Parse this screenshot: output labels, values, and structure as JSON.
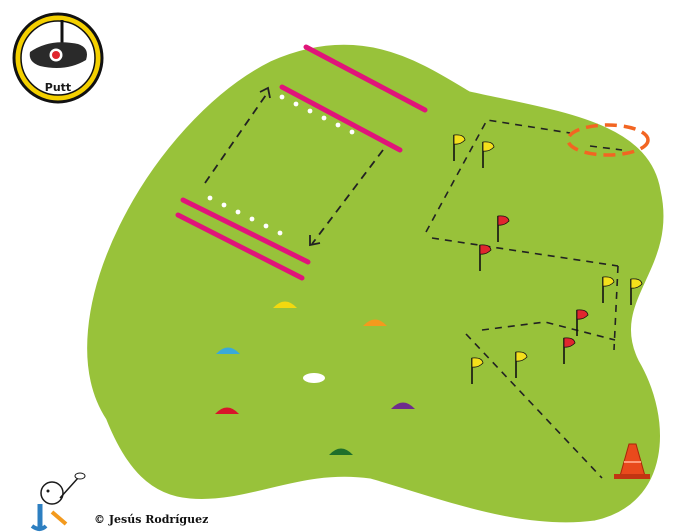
{
  "badge": {
    "label": "Putt",
    "ring_color": "#f4d000"
  },
  "colors": {
    "field": "#98c23a",
    "field_outline": "#ffffff",
    "bar": "#e0147a",
    "dash": "#222222",
    "hole_ring": "#f26522",
    "flag_yellow": "#f4e01b",
    "flag_red": "#e0262e",
    "cone": "#e94a1c"
  },
  "markers": [
    {
      "name": "yellow",
      "color": "#f2d90f"
    },
    {
      "name": "orange",
      "color": "#f39a1e"
    },
    {
      "name": "cyan",
      "color": "#3aa9d9"
    },
    {
      "name": "red",
      "color": "#d8152a"
    },
    {
      "name": "purple",
      "color": "#6e2c8c"
    },
    {
      "name": "dark-green",
      "color": "#1f6f2b"
    }
  ],
  "flags": {
    "yellow_count": 6,
    "red_count": 4
  },
  "copyright": "© Jesús Rodríguez"
}
